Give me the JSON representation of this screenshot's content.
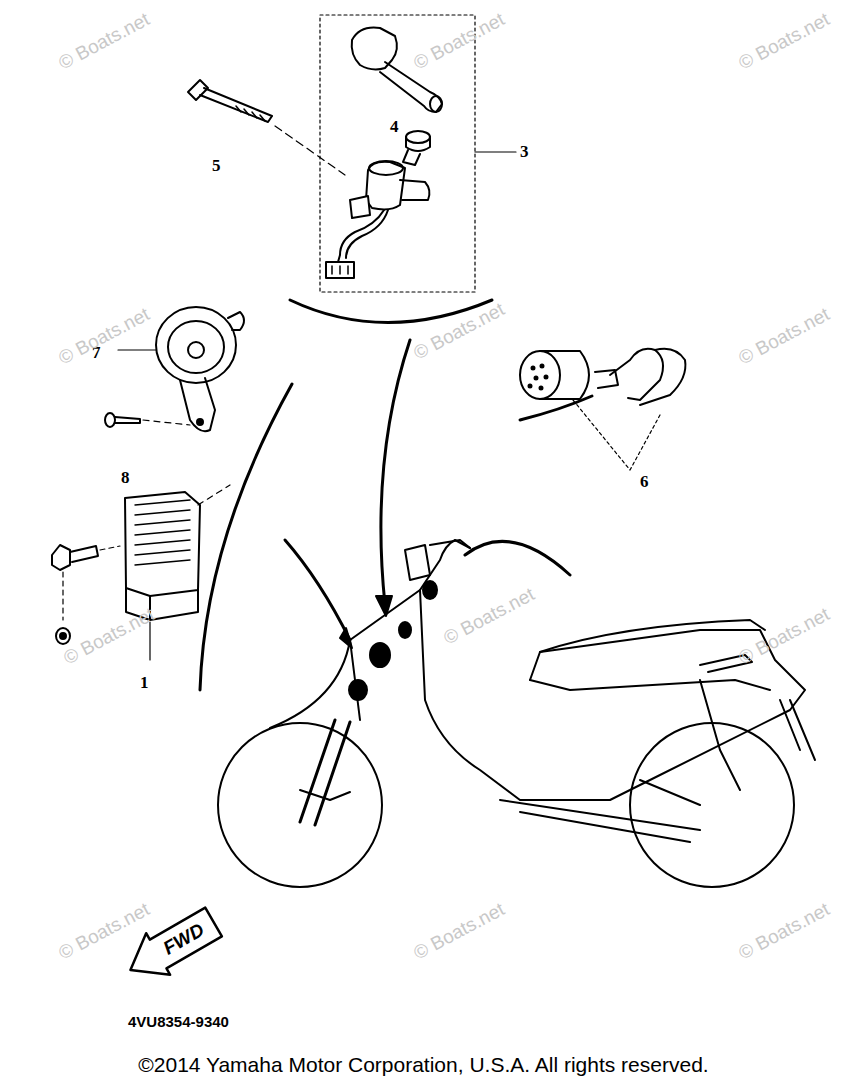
{
  "diagram": {
    "caption": "©2014 Yamaha Motor Corporation, U.S.A. All rights reserved.",
    "nodes": [
      {
        "text": [
          "FWD"
        ]
      }
    ],
    "labels": [
      "5",
      "4",
      "3",
      "7",
      "8",
      "6",
      "1",
      "4VU8354-9340",
      "© Boats.net",
      "© Boats.net",
      "© Boats.net",
      "© Boats.net",
      "© Boats.net",
      "© Boats.net",
      "© Boats.net",
      "© Boats.net",
      "© Boats.net",
      "© Boats.net",
      "© Boats.net",
      "© Boats.net"
    ]
  }
}
